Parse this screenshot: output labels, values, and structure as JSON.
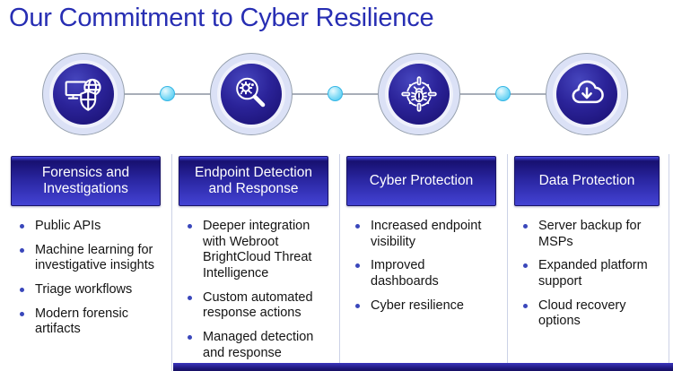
{
  "title": {
    "text": "Our Commitment to Cyber Resilience"
  },
  "colors": {
    "title_blue": "#272EB3",
    "header_box_gradient_top": "#171070",
    "header_box_gradient_bottom": "#4343d4",
    "icon_circle_navy": "#1c1276",
    "icon_circle_ring": "#dbe1f6",
    "connector_line": "#a8aeb8",
    "connector_dot_cyan": "#8adef7",
    "bullet_dot_blue": "#3a47bb",
    "bullet_text": "#141414",
    "bottom_banner_navy": "#1c1578"
  },
  "columns": [
    {
      "id": "forensics",
      "icon": "monitor-globe-shield-icon",
      "header": "Forensics and Investigations",
      "bullets": [
        "Public APIs",
        "Machine learning for investigative insights",
        "Triage workflows",
        "Modern forensic artifacts"
      ]
    },
    {
      "id": "edr",
      "icon": "malware-magnifier-icon",
      "header": "Endpoint Detection and Response",
      "bullets": [
        "Deeper integration with Webroot BrightCloud Threat Intelligence",
        "Custom automated response actions",
        "Managed detection and response"
      ]
    },
    {
      "id": "cyber-protection",
      "icon": "bug-target-icon",
      "header": "Cyber Protection",
      "bullets": [
        "Increased endpoint visibility",
        "Improved dashboards",
        "Cyber resilience"
      ]
    },
    {
      "id": "data-protection",
      "icon": "cloud-download-icon",
      "header": "Data Protection",
      "bullets": [
        "Server backup for MSPs",
        "Expanded platform support",
        "Cloud recovery options"
      ]
    }
  ]
}
